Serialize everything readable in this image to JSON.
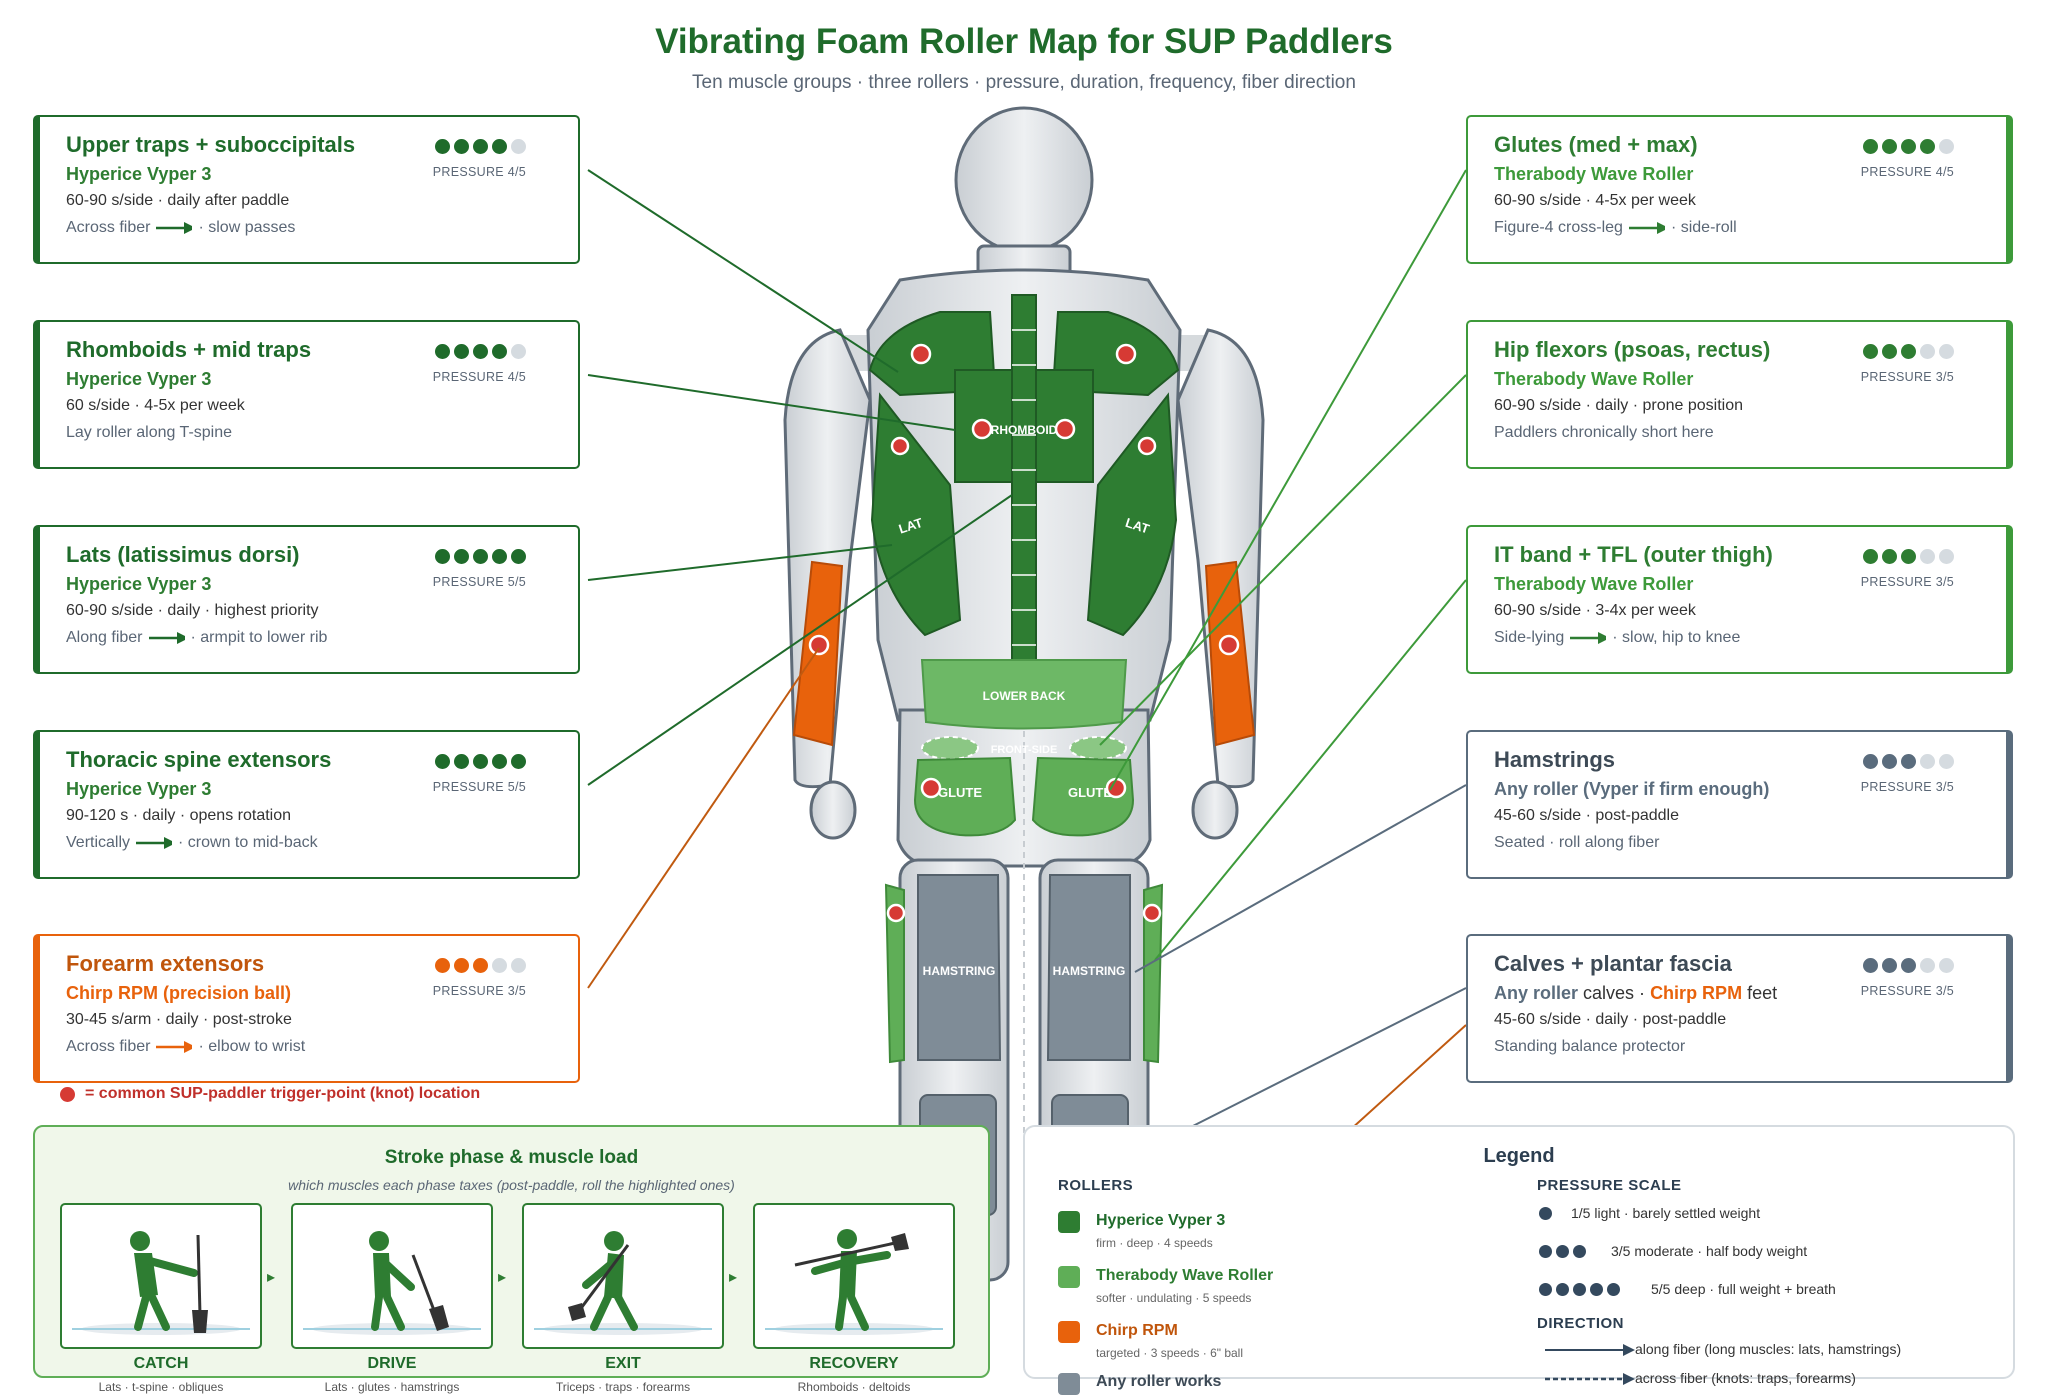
{
  "header": {
    "title": "Vibrating Foam Roller Map for SUP Paddlers",
    "subtitle": "Ten muscle groups · three rollers · pressure, duration, frequency, fiber direction"
  },
  "colors": {
    "dark_green": "#1f6b2b",
    "light_green": "#5fae57",
    "orange": "#e8620c",
    "slate": "#5a6c7d",
    "trigger_red": "#d63a34"
  },
  "pressure_label_prefix": "PRESSURE",
  "cards": [
    {
      "name": "Upper traps + suboccipitals",
      "roller": "Hyperice Vyper 3",
      "line": "60-90 s/side · daily after paddle",
      "dir_a": "Across fiber",
      "dir_b": "· slow passes",
      "arrow": true,
      "pressure": 4,
      "pressure_label": "PRESSURE 4/5"
    },
    {
      "name": "Rhomboids + mid traps",
      "roller": "Hyperice Vyper 3",
      "line": "60 s/side · 4-5x per week",
      "dir_a": "Lay roller along T-spine",
      "dir_b": "",
      "arrow": false,
      "pressure": 4,
      "pressure_label": "PRESSURE 4/5"
    },
    {
      "name": "Lats (latissimus dorsi)",
      "roller": "Hyperice Vyper 3",
      "line": "60-90 s/side · daily · highest priority",
      "dir_a": "Along fiber",
      "dir_b": "· armpit to lower rib",
      "arrow": true,
      "pressure": 5,
      "pressure_label": "PRESSURE 5/5"
    },
    {
      "name": "Thoracic spine extensors",
      "roller": "Hyperice Vyper 3",
      "line": "90-120 s · daily · opens rotation",
      "dir_a": "Vertically",
      "dir_b": "· crown to mid-back",
      "arrow": true,
      "pressure": 5,
      "pressure_label": "PRESSURE 5/5"
    },
    {
      "name": "Forearm extensors",
      "roller": "Chirp RPM (precision ball)",
      "line": "30-45 s/arm · daily · post-stroke",
      "dir_a": "Across fiber",
      "dir_b": "· elbow to wrist",
      "arrow": true,
      "pressure": 3,
      "pressure_label": "PRESSURE 3/5"
    },
    {
      "name": "Glutes (med + max)",
      "roller": "Therabody Wave Roller",
      "line": "60-90 s/side · 4-5x per week",
      "dir_a": "Figure-4 cross-leg",
      "dir_b": "· side-roll",
      "arrow": true,
      "pressure": 4,
      "pressure_label": "PRESSURE 4/5"
    },
    {
      "name": "Hip flexors (psoas, rectus)",
      "roller": "Therabody Wave Roller",
      "line": "60-90 s/side · daily · prone position",
      "dir_a": "Paddlers chronically short here",
      "dir_b": "",
      "arrow": false,
      "pressure": 3,
      "pressure_label": "PRESSURE 3/5"
    },
    {
      "name": "IT band + TFL (outer thigh)",
      "roller": "Therabody Wave Roller",
      "line": "60-90 s/side · 3-4x per week",
      "dir_a": "Side-lying",
      "dir_b": "· slow, hip to knee",
      "arrow": true,
      "pressure": 3,
      "pressure_label": "PRESSURE 3/5"
    },
    {
      "name": "Hamstrings",
      "roller": "Any roller (Vyper if firm enough)",
      "line": "45-60 s/side · post-paddle",
      "dir_a": "Seated · roll along fiber",
      "dir_b": "",
      "arrow": false,
      "pressure": 3,
      "pressure_label": "PRESSURE 3/5"
    },
    {
      "name": "Calves + plantar fascia",
      "roller_a": "Any roller",
      "roller_b": " calves · ",
      "roller_c": "Chirp RPM",
      "roller_d": " feet",
      "line": "45-60 s/side · daily · post-paddle",
      "dir_a": "Standing balance protector",
      "dir_b": "",
      "arrow": false,
      "pressure": 3,
      "pressure_label": "PRESSURE 3/5"
    }
  ],
  "body_labels": {
    "rhomboid": "RHOMBOID",
    "lat": "LAT",
    "lower_back": "LOWER BACK",
    "front_side": "FRONT-SIDE",
    "glute": "GLUTE",
    "hamstring": "HAMSTRING"
  },
  "trigger_note": "= common SUP-paddler trigger-point (knot) location",
  "stroke": {
    "title": "Stroke phase & muscle load",
    "subtitle": "which muscles each phase taxes (post-paddle, roll the highlighted ones)",
    "phases": [
      {
        "name": "CATCH",
        "desc": "Lats · t-spine · obliques"
      },
      {
        "name": "DRIVE",
        "desc": "Lats · glutes · hamstrings"
      },
      {
        "name": "EXIT",
        "desc": "Triceps · traps · forearms"
      },
      {
        "name": "RECOVERY",
        "desc": "Rhomboids · deltoids"
      }
    ]
  },
  "legend": {
    "title": "Legend",
    "rollers_head": "ROLLERS",
    "rollers": [
      {
        "name": "Hyperice Vyper 3",
        "desc": "firm · deep · 4 speeds",
        "color": "#2e7d32"
      },
      {
        "name": "Therabody Wave Roller",
        "desc": "softer · undulating · 5 speeds",
        "color": "#5fae57"
      },
      {
        "name": "Chirp RPM",
        "desc": "targeted · 3 speeds · 6\" ball",
        "color": "#e8620c"
      },
      {
        "name": "Any roller works",
        "desc": "",
        "color": "#7f8c97"
      }
    ],
    "pressure_head": "PRESSURE SCALE",
    "pressure": [
      {
        "level": 1,
        "text": "1/5 light · barely settled weight"
      },
      {
        "level": 3,
        "text": "3/5 moderate · half body weight"
      },
      {
        "level": 5,
        "text": "5/5 deep · full weight + breath"
      }
    ],
    "direction_head": "DIRECTION",
    "directions": [
      {
        "text": "along fiber (long muscles: lats, hamstrings)"
      },
      {
        "text": "across fiber (knots: traps, forearms)"
      }
    ]
  }
}
